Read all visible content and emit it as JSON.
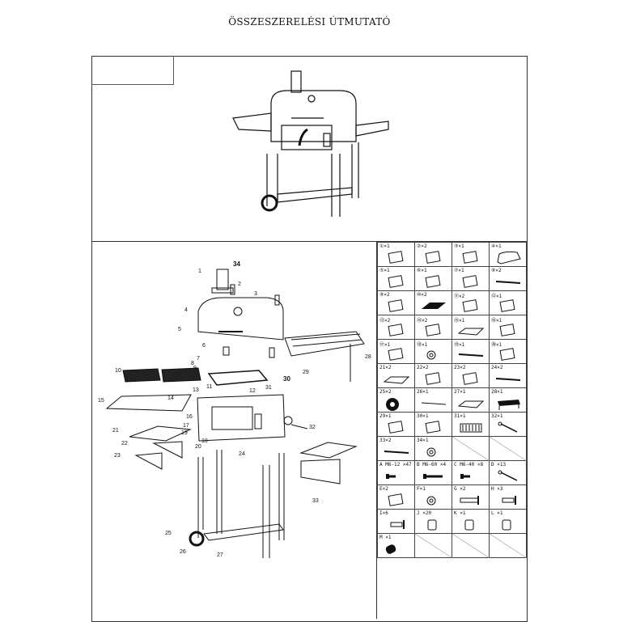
{
  "title": "ÖSSZESZERELÉSI ÚTMUTATÓ",
  "diagram_labels": [
    "34",
    "1",
    "2",
    "3",
    "4",
    "5",
    "6",
    "7",
    "8",
    "9",
    "10",
    "30",
    "29",
    "28",
    "31",
    "11",
    "12",
    "13",
    "14",
    "15",
    "16",
    "17",
    "21",
    "19",
    "32",
    "18",
    "20",
    "22",
    "23",
    "24",
    "33",
    "25",
    "26",
    "27"
  ],
  "parts": [
    {
      "label": "①×1",
      "icon": "chimney"
    },
    {
      "label": "②×2",
      "icon": "bracket"
    },
    {
      "label": "③×1",
      "icon": "thermometer"
    },
    {
      "label": "④×1",
      "icon": "lid"
    },
    {
      "label": "⑤×1",
      "icon": "handle"
    },
    {
      "label": "⑥×1",
      "icon": "hinge-plate"
    },
    {
      "label": "⑦×1",
      "icon": "rod-crank"
    },
    {
      "label": "⑧×2",
      "icon": "bar"
    },
    {
      "label": "⑨×2",
      "icon": "plate"
    },
    {
      "label": "⑩×2",
      "icon": "cooking-grate"
    },
    {
      "label": "⑪×2",
      "icon": "bracket"
    },
    {
      "label": "⑫×1",
      "icon": "panel"
    },
    {
      "label": "⑬×2",
      "icon": "side-panel"
    },
    {
      "label": "⑭×2",
      "icon": "air-vent"
    },
    {
      "label": "⑮×1",
      "icon": "tray"
    },
    {
      "label": "⑯×1",
      "icon": "front-panel"
    },
    {
      "label": "⑰×1",
      "icon": "clip"
    },
    {
      "label": "⑱×1",
      "icon": "knob"
    },
    {
      "label": "⑲×1",
      "icon": "rod"
    },
    {
      "label": "⑳×1",
      "icon": "handle-grip"
    },
    {
      "label": "21×2",
      "icon": "shelf"
    },
    {
      "label": "22×2",
      "icon": "shelf-bracket"
    },
    {
      "label": "23×2",
      "icon": "shelf-bracket"
    },
    {
      "label": "24×2",
      "icon": "bar"
    },
    {
      "label": "25×2",
      "icon": "wheel"
    },
    {
      "label": "26×1",
      "icon": "axle"
    },
    {
      "label": "27×1",
      "icon": "bottom-shelf"
    },
    {
      "label": "28×1",
      "icon": "warming-rack"
    },
    {
      "label": "29×1",
      "icon": "hinge-plate"
    },
    {
      "label": "30×1",
      "icon": "tube"
    },
    {
      "label": "31×1",
      "icon": "charcoal-grate"
    },
    {
      "label": "32×1",
      "icon": "poker"
    },
    {
      "label": "33×2",
      "icon": "leg"
    },
    {
      "label": "34×1",
      "icon": "ring"
    },
    {
      "label": "",
      "icon": "empty"
    },
    {
      "label": "",
      "icon": "empty"
    },
    {
      "label": "A M6-12 ×47",
      "icon": "bolt"
    },
    {
      "label": "B M6-60 ×4",
      "icon": "bolt-long"
    },
    {
      "label": "C M6-40 ×8",
      "icon": "bolt"
    },
    {
      "label": "D ×13",
      "icon": "pin"
    },
    {
      "label": "E×2",
      "icon": "thumb-screw"
    },
    {
      "label": "F×1",
      "icon": "washer"
    },
    {
      "label": "G ×2",
      "icon": "pin-long"
    },
    {
      "label": "H ×3",
      "icon": "pin-short"
    },
    {
      "label": "I×6",
      "icon": "pin-short"
    },
    {
      "label": "J ×20",
      "icon": "nut"
    },
    {
      "label": "K ×1",
      "icon": "nut-flat"
    },
    {
      "label": "L ×1",
      "icon": "cap-nut"
    },
    {
      "label": "M ×1",
      "icon": "spring"
    },
    {
      "label": "",
      "icon": "empty"
    },
    {
      "label": "",
      "icon": "empty"
    },
    {
      "label": "",
      "icon": "empty"
    }
  ]
}
